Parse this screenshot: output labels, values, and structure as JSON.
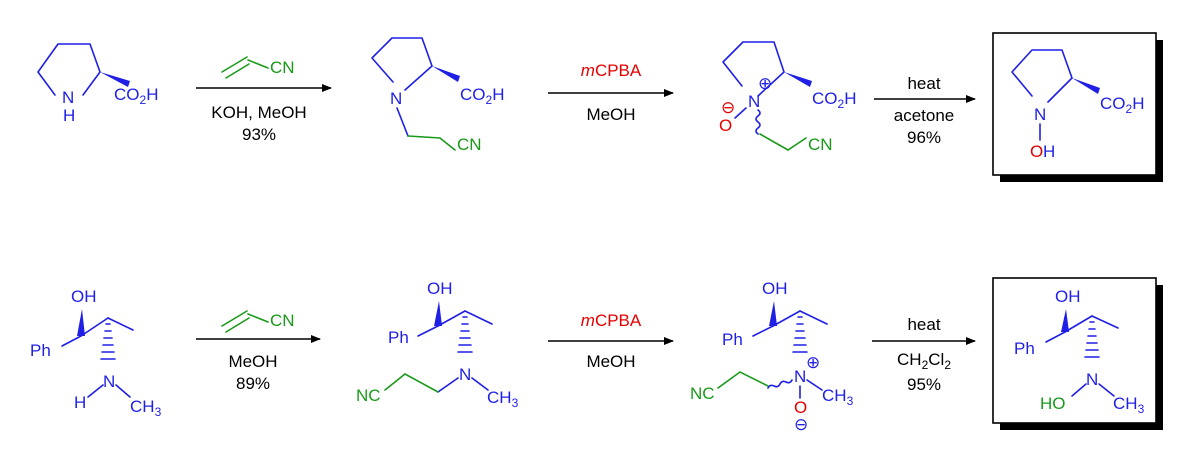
{
  "row1": {
    "step1": {
      "reagent_top": "CN",
      "reagent_bottom": "KOH, MeOH",
      "yield": "93%"
    },
    "step2": {
      "reagent_top": "mCPBA",
      "reagent_top_prefix": "m",
      "reagent_top_main": "CPBA",
      "reagent_bottom": "MeOH"
    },
    "step3": {
      "reagent_top": "heat",
      "reagent_bottom": "acetone",
      "yield": "96%"
    }
  },
  "row2": {
    "step1": {
      "reagent_top": "CN",
      "reagent_bottom": "MeOH",
      "yield": "89%"
    },
    "step2": {
      "reagent_top": "mCPBA",
      "reagent_top_prefix": "m",
      "reagent_top_main": "CPBA",
      "reagent_bottom": "MeOH"
    },
    "step3": {
      "reagent_top": "heat",
      "reagent_bottom": "CH2Cl2",
      "reagent_bottom_parts": [
        "CH",
        "2",
        "Cl",
        "2"
      ],
      "yield": "95%"
    }
  },
  "atoms": {
    "N": "N",
    "H": "H",
    "O": "O",
    "OH": "OH",
    "HO": "HO",
    "CN": "CN",
    "NC": "NC",
    "Ph": "Ph",
    "CH": "CH",
    "sub3": "3",
    "CO": "CO",
    "sub2": "2",
    "plus": "⊕",
    "minus": "⊖"
  },
  "colors": {
    "structure": "#1f1fe6",
    "acrylonitrile": "#1a9a1a",
    "oxygen_added": "#e60000",
    "reagent_text": "#000000"
  }
}
